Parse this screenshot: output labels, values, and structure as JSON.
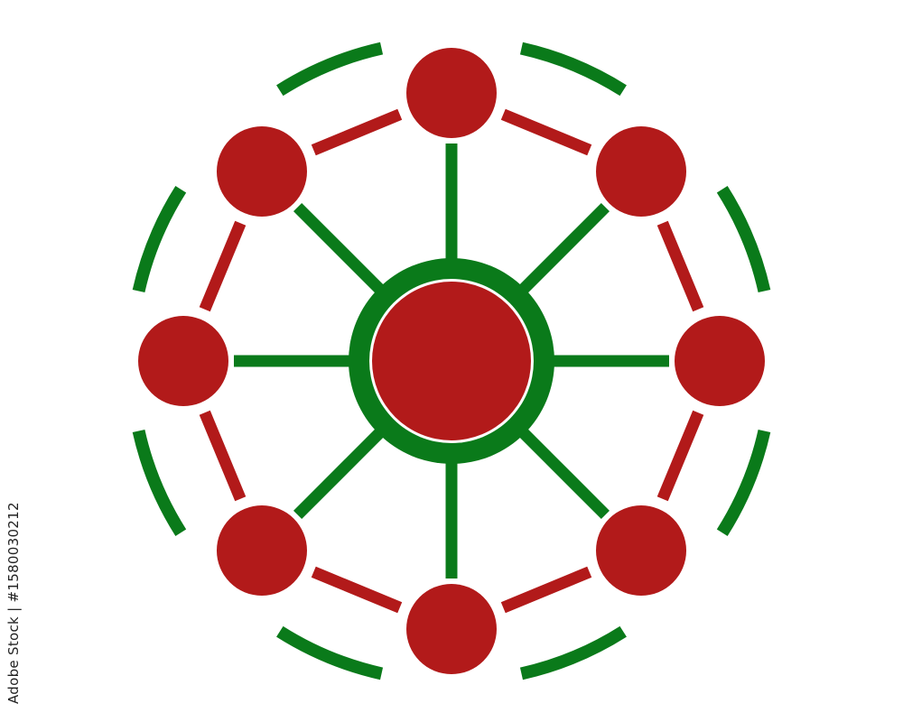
{
  "watermark": {
    "stock_id": "Adobe Stock | #1580030212"
  },
  "diagram": {
    "type": "hub-and-spoke network",
    "outer_node_count": 8,
    "colors": {
      "node_fill": "#b21a1a",
      "ring_stroke": "#0a7a1a",
      "spoke_stroke": "#0a7a1a",
      "link_stroke": "#b21a1a",
      "hub_outline": "#ffffff",
      "background": "#ffffff"
    },
    "icons": [
      "hub-node",
      "outer-node",
      "spoke",
      "perimeter-link",
      "outer-ring-arc"
    ]
  }
}
